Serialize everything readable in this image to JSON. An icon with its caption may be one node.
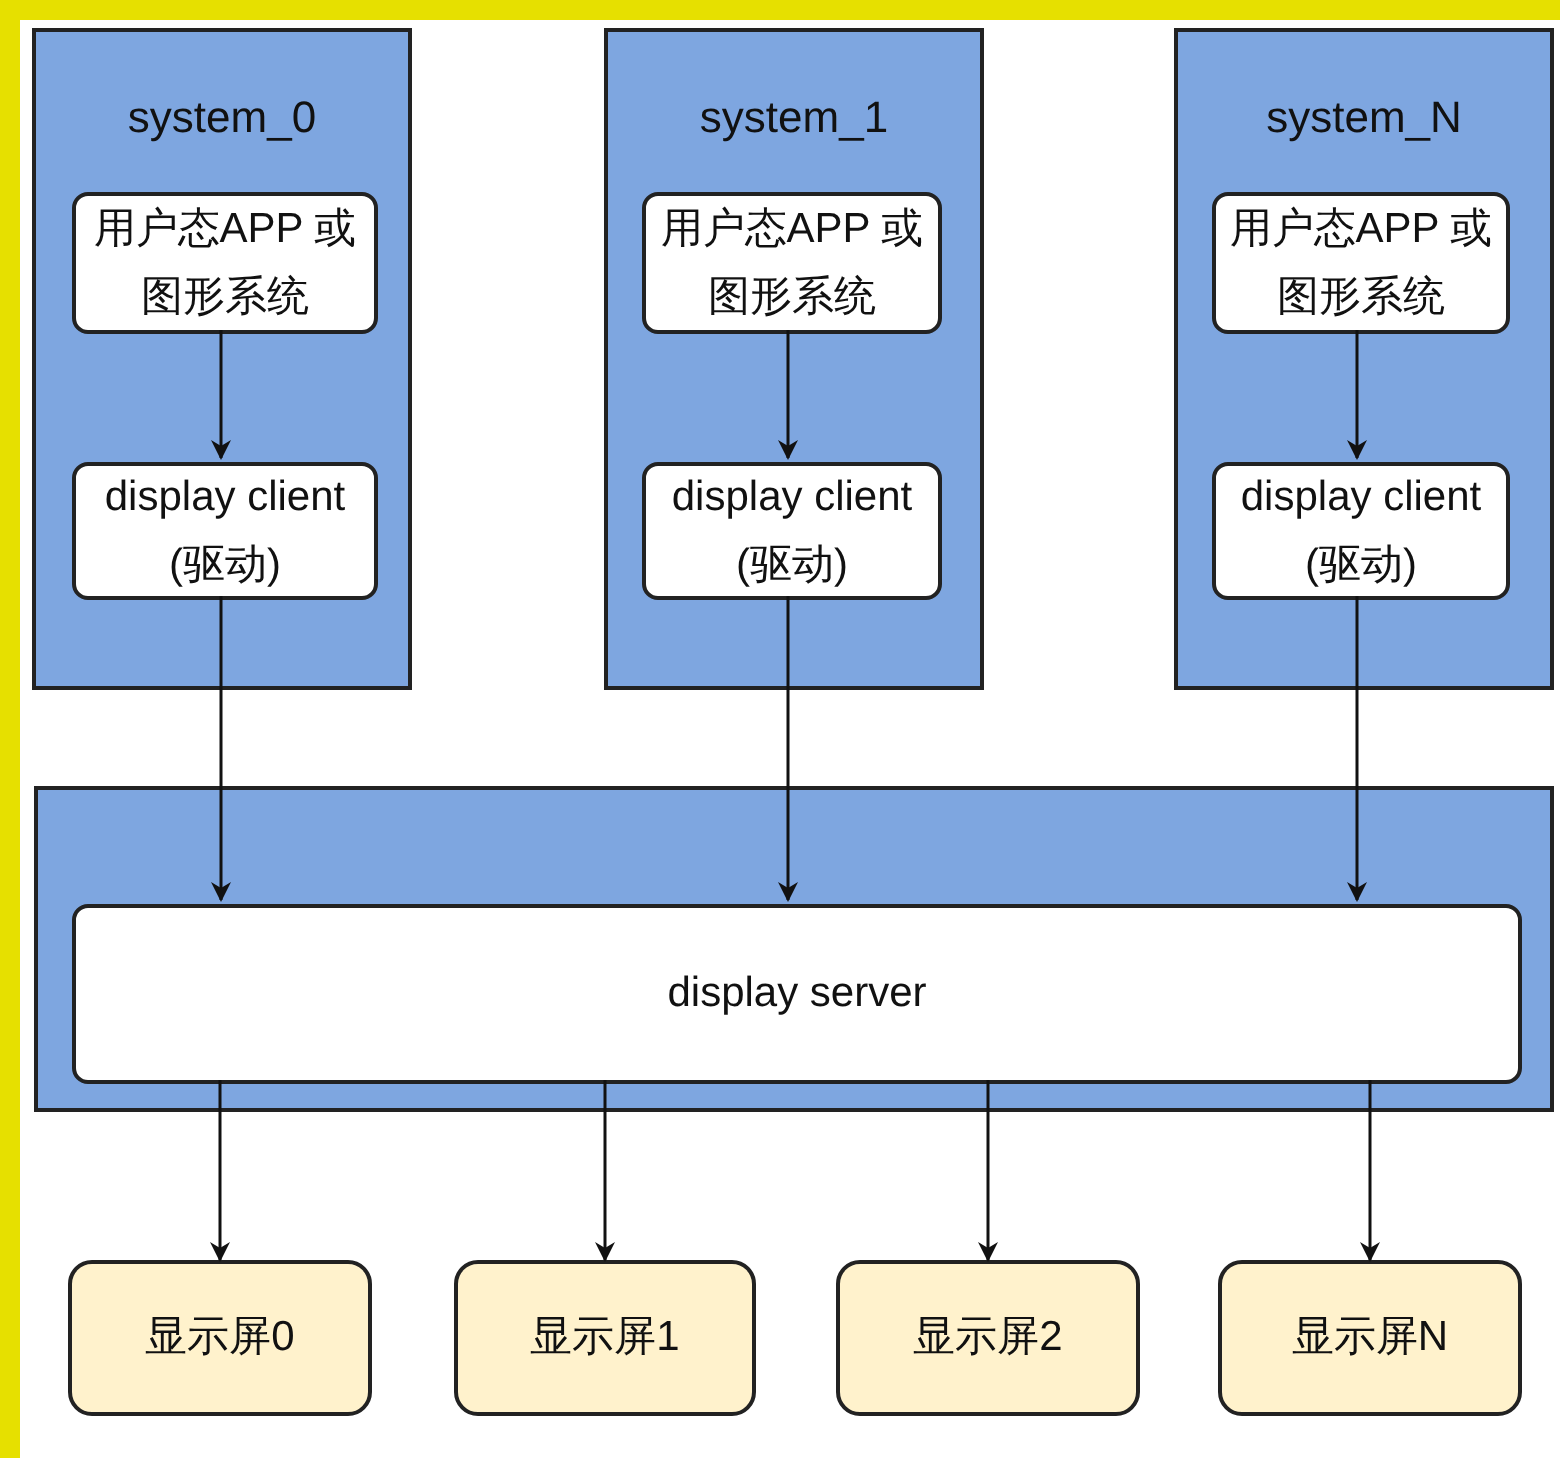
{
  "diagram": {
    "nodes": [
      {
        "text": [
          "system_0"
        ]
      },
      {
        "text": [
          "用户态APP 或图形系统"
        ],
        "in": 0
      },
      {
        "text": [
          "display client (驱动)"
        ],
        "in": 0
      },
      {
        "text": [
          "system_1"
        ]
      },
      {
        "text": [
          "用户态APP 或图形系统"
        ],
        "in": 3
      },
      {
        "text": [
          "display client (驱动)"
        ],
        "in": 3
      },
      {
        "text": [
          "system_N"
        ]
      },
      {
        "text": [
          "用户态APP 或图形系统"
        ],
        "in": 6
      },
      {
        "text": [
          "display client (驱动)"
        ],
        "in": 6
      },
      {
        "text": [],
        "shape": "box"
      },
      {
        "text": [
          "display server"
        ],
        "in": 9
      },
      {
        "text": [
          "显示屏0"
        ]
      },
      {
        "text": [
          "显示屏1"
        ]
      },
      {
        "text": [
          "显示屏2"
        ]
      },
      {
        "text": [
          "显示屏N"
        ]
      }
    ],
    "edges": [
      {
        "from": 1,
        "to": 2,
        "arrow": "to"
      },
      {
        "from": 4,
        "to": 5,
        "arrow": "to"
      },
      {
        "from": 7,
        "to": 8,
        "arrow": "to"
      },
      {
        "from": 2,
        "to": 10,
        "arrow": "to"
      },
      {
        "from": 5,
        "to": 10,
        "arrow": "to"
      },
      {
        "from": 8,
        "to": 10,
        "arrow": "to"
      },
      {
        "from": 10,
        "to": 11,
        "arrow": "to"
      },
      {
        "from": 10,
        "to": 12,
        "arrow": "to"
      },
      {
        "from": 10,
        "to": 13,
        "arrow": "to"
      },
      {
        "from": 10,
        "to": 14,
        "arrow": "to"
      }
    ]
  }
}
